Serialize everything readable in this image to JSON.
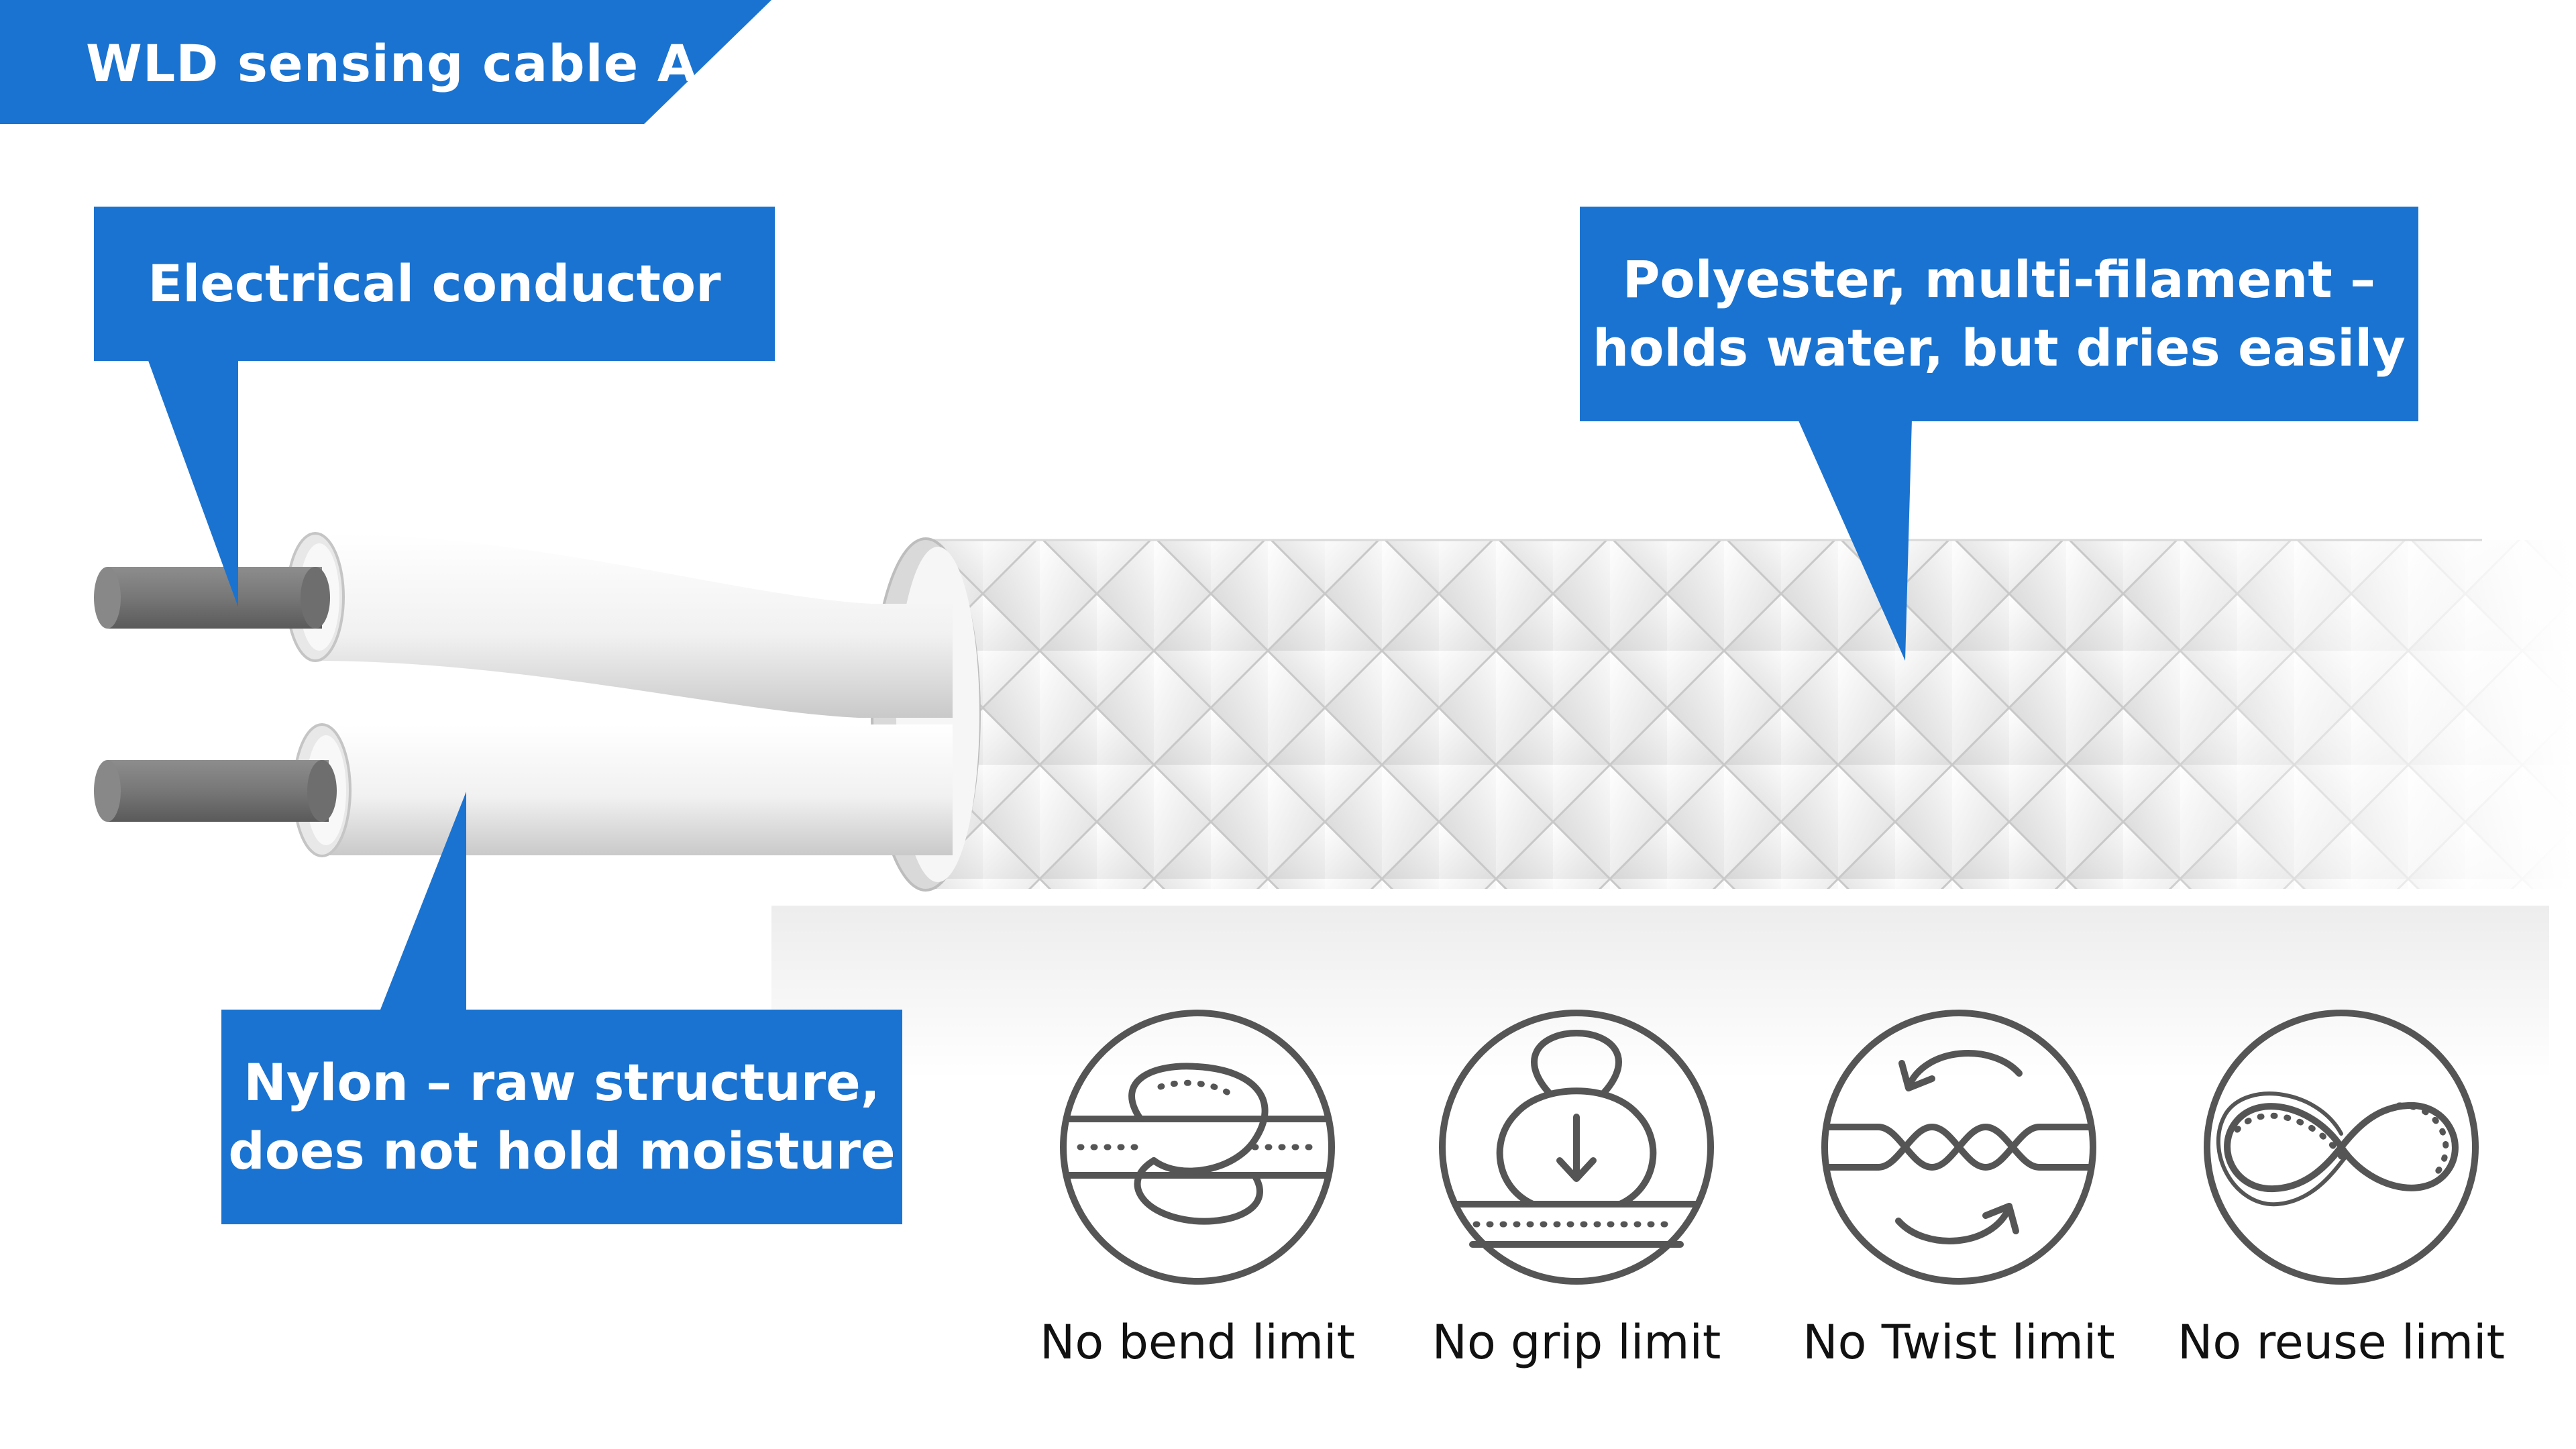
{
  "title": "WLD sensing cable A",
  "colors": {
    "accent": "#1a73d0",
    "text_on_accent": "#ffffff",
    "icon_stroke": "#555555",
    "conductor": "#7a7a7a",
    "insulation": "#f2f2f2"
  },
  "callouts": {
    "conductor": {
      "lines": [
        "Electrical conductor"
      ]
    },
    "polyester": {
      "lines": [
        "Polyester, multi-filament –",
        "holds water, but dries easily"
      ]
    },
    "nylon": {
      "lines": [
        "Nylon – raw structure,",
        "does not hold moisture"
      ]
    }
  },
  "features": [
    {
      "icon": "knot-icon",
      "label": "No bend limit"
    },
    {
      "icon": "kettlebell-icon",
      "label": "No grip limit"
    },
    {
      "icon": "twist-icon",
      "label": "No Twist limit"
    },
    {
      "icon": "infinity-icon",
      "label": "No reuse limit"
    }
  ]
}
